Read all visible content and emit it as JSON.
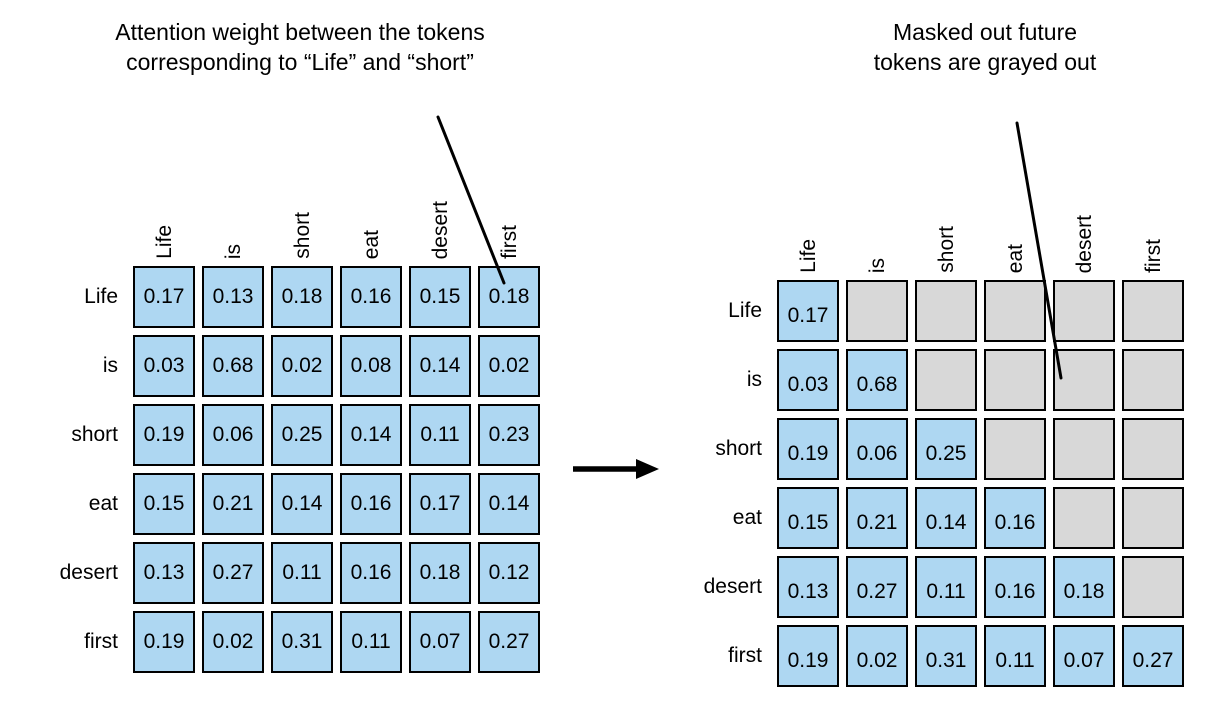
{
  "colors": {
    "cell_active": "#aed7f2",
    "cell_masked": "#d8d8d8",
    "cell_border": "#000000",
    "line": "#000000",
    "text": "#000000",
    "background": "#ffffff"
  },
  "tokens": [
    "Life",
    "is",
    "short",
    "eat",
    "desert",
    "first"
  ],
  "left_diagram": {
    "caption": {
      "line1": "Attention weight between the tokens",
      "line2": "corresponding to “Life” and “short”"
    },
    "callout_points_to": "cell-Life-first",
    "matrix": {
      "row_labels": [
        "Life",
        "is",
        "short",
        "eat",
        "desert",
        "first"
      ],
      "col_labels": [
        "Life",
        "is",
        "short",
        "eat",
        "desert",
        "first"
      ],
      "values": [
        [
          "0.17",
          "0.13",
          "0.18",
          "0.16",
          "0.15",
          "0.18"
        ],
        [
          "0.03",
          "0.68",
          "0.02",
          "0.08",
          "0.14",
          "0.02"
        ],
        [
          "0.19",
          "0.06",
          "0.25",
          "0.14",
          "0.11",
          "0.23"
        ],
        [
          "0.15",
          "0.21",
          "0.14",
          "0.16",
          "0.17",
          "0.14"
        ],
        [
          "0.13",
          "0.27",
          "0.11",
          "0.16",
          "0.18",
          "0.12"
        ],
        [
          "0.19",
          "0.02",
          "0.31",
          "0.11",
          "0.07",
          "0.27"
        ]
      ]
    }
  },
  "right_diagram": {
    "caption": {
      "line1": "Masked out future",
      "line2": "tokens are grayed out"
    },
    "callout_points_to": "masked-cell-is-desert",
    "matrix": {
      "row_labels": [
        "Life",
        "is",
        "short",
        "eat",
        "desert",
        "first"
      ],
      "col_labels": [
        "Life",
        "is",
        "short",
        "eat",
        "desert",
        "first"
      ],
      "values": [
        [
          "0.17",
          null,
          null,
          null,
          null,
          null
        ],
        [
          "0.03",
          "0.68",
          null,
          null,
          null,
          null
        ],
        [
          "0.19",
          "0.06",
          "0.25",
          null,
          null,
          null
        ],
        [
          "0.15",
          "0.21",
          "0.14",
          "0.16",
          null,
          null
        ],
        [
          "0.13",
          "0.27",
          "0.11",
          "0.16",
          "0.18",
          null
        ],
        [
          "0.19",
          "0.02",
          "0.31",
          "0.11",
          "0.07",
          "0.27"
        ]
      ]
    }
  },
  "arrow": {
    "direction": "right"
  }
}
